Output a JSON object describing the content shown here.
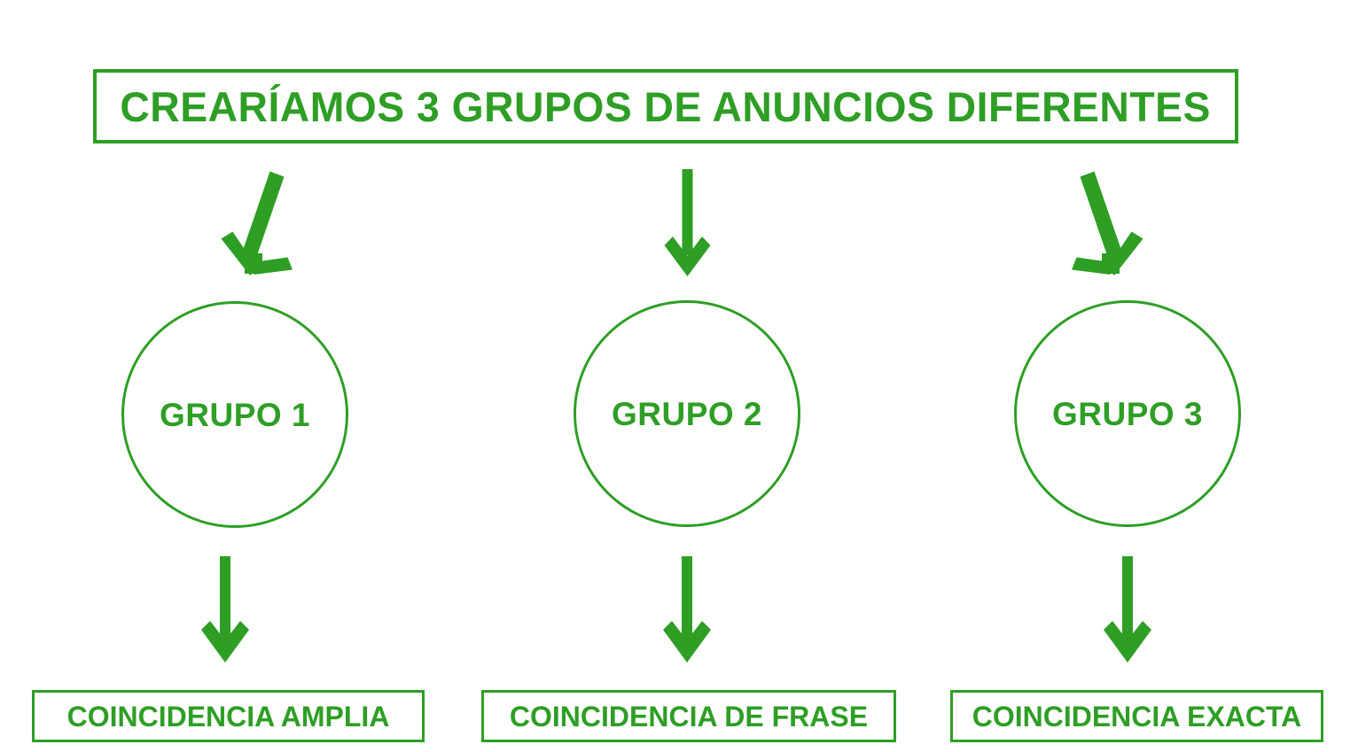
{
  "theme": {
    "accent": "#2E9E25",
    "background": "#FFFFFF"
  },
  "header": {
    "title": "CREARÍAMOS 3 GRUPOS DE ANUNCIOS DIFERENTES"
  },
  "groups": [
    {
      "circle_label": "GRUPO 1",
      "term_label": "COINCIDENCIA AMPLIA",
      "top_arrow": "arrow-down-left-chevron",
      "bottom_arrow": "arrow-down-solid"
    },
    {
      "circle_label": "GRUPO 2",
      "term_label": "COINCIDENCIA DE FRASE",
      "top_arrow": "arrow-down-solid",
      "bottom_arrow": "arrow-down-solid"
    },
    {
      "circle_label": "GRUPO 3",
      "term_label": "COINCIDENCIA EXACTA",
      "top_arrow": "arrow-down-right-chevron",
      "bottom_arrow": "arrow-down-solid"
    }
  ]
}
